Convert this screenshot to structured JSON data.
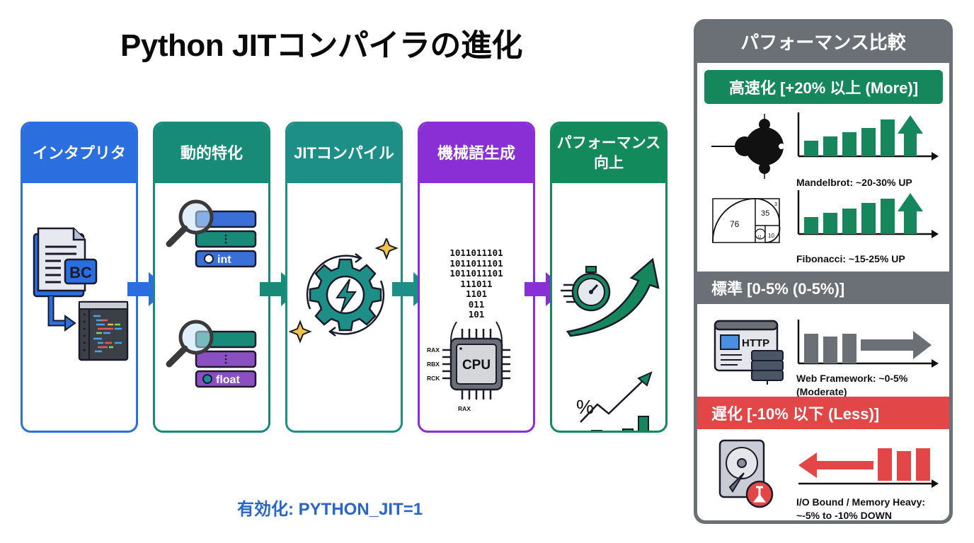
{
  "title": "Python JITコンパイラの進化",
  "stages": [
    {
      "label": "インタプリタ",
      "color": "#2a6ee0",
      "icon": "bytecode-document-icon",
      "badge": "BC"
    },
    {
      "label": "動的特化",
      "color": "#178a78",
      "icon": "type-inspection-icon",
      "types": [
        "int",
        "float"
      ]
    },
    {
      "label": "JITコンパイル",
      "color": "#1e8f86",
      "icon": "lightning-gear-icon"
    },
    {
      "label": "機械語生成",
      "color": "#8a2fd6",
      "icon": "cpu-chip-icon",
      "binary": [
        "1011011101",
        "1011011101",
        "1011011101",
        "111011",
        "1101",
        "011",
        "101"
      ],
      "registers": [
        "RAX",
        "RBX",
        "RCK",
        "RAX"
      ],
      "chip_label": "CPU"
    },
    {
      "label": "パフォーマンス向上",
      "label_line1": "パフォーマンス",
      "label_line2": "向上",
      "color": "#138a5c",
      "icon": "stopwatch-growth-icon",
      "percent_glyph": "%"
    }
  ],
  "footer": "有効化: PYTHON_JIT=1",
  "comparison": {
    "title": "パフォーマンス比較",
    "sections": [
      {
        "heading": "高速化 [+20% 以上 (More)]",
        "color": "#16875d",
        "items": [
          {
            "name": "mandelbrot",
            "caption": "Mandelbrot: ~20-30% UP",
            "icon": "mandelbrot-fractal-icon",
            "trend": "up"
          },
          {
            "name": "fibonacci",
            "caption": "Fibonacci: ~15-25% UP",
            "icon": "fibonacci-spiral-icon",
            "trend": "up",
            "spiral_numbers": [
              "76",
              "35",
              "3",
              "10",
              "U"
            ]
          }
        ]
      },
      {
        "heading": "標準 [0-5% (0-5%)]",
        "color": "#6b6f76",
        "items": [
          {
            "name": "web-framework",
            "caption_line1": "Web Framework: ~0-5%",
            "caption_line2": "(Moderate)",
            "icon": "http-server-icon",
            "trend": "flat",
            "icon_text": "HTTP"
          }
        ]
      },
      {
        "heading": "遅化 [-10% 以下 (Less)]",
        "color": "#e24646",
        "items": [
          {
            "name": "io-bound",
            "caption_line1": "I/O Bound / Memory Heavy:",
            "caption_line2": "~-5% to -10% DOWN",
            "icon": "hard-drive-warning-icon",
            "trend": "down"
          }
        ]
      }
    ]
  }
}
